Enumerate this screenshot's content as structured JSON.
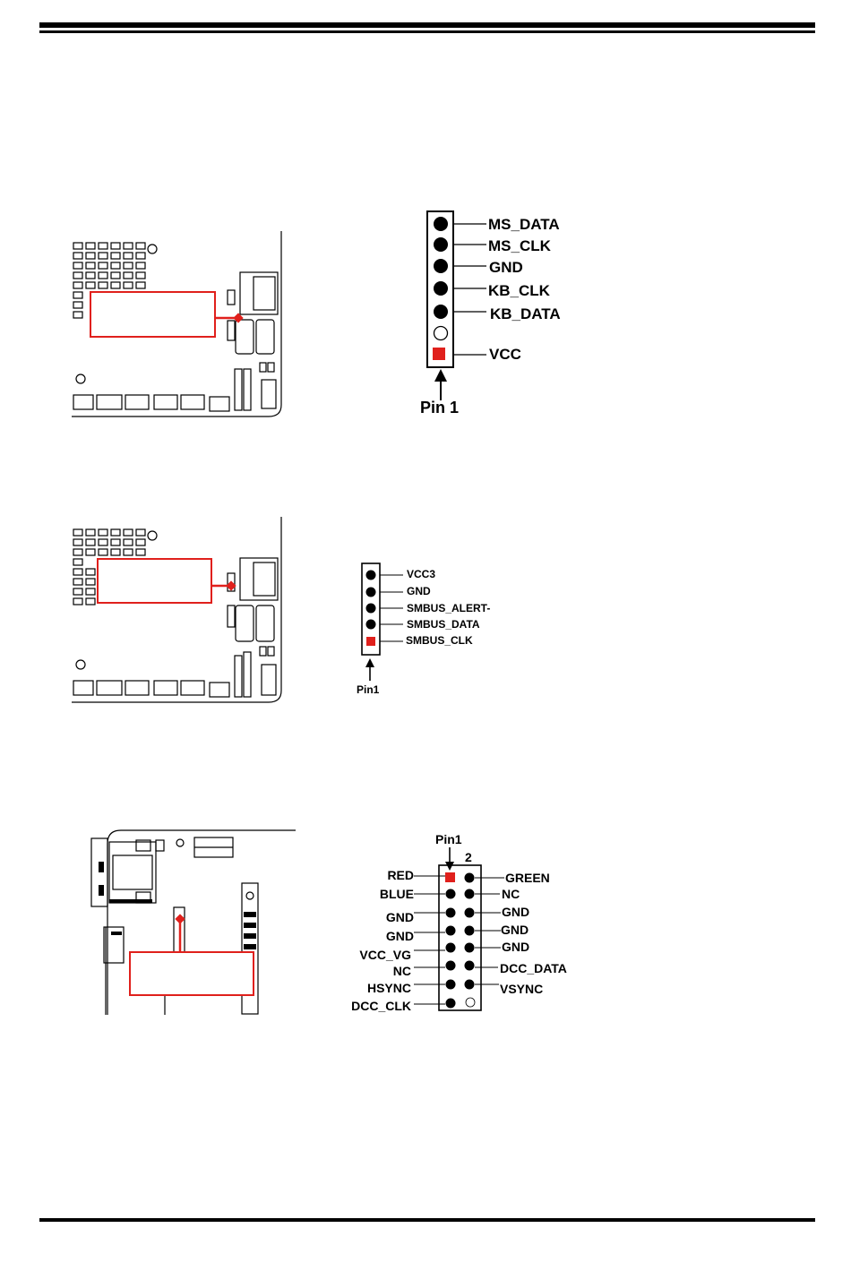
{
  "connectors": [
    {
      "pin1_label": "Pin 1",
      "pins": [
        "MS_DATA",
        "MS_CLK",
        "GND",
        "KB_CLK",
        "KB_DATA",
        "VCC"
      ]
    },
    {
      "pin1_label": "Pin1",
      "pins": [
        "VCC3",
        "GND",
        "SMBUS_ALERT-",
        "SMBUS_DATA",
        "SMBUS_CLK"
      ]
    },
    {
      "pin1_label": "Pin1",
      "pin2_label": "2",
      "left_pins": [
        "RED",
        "BLUE",
        "GND",
        "GND",
        "VCC_VG",
        "NC",
        "HSYNC",
        "DCC_CLK"
      ],
      "right_pins": [
        "GREEN",
        "NC",
        "GND",
        "GND",
        "GND",
        "DCC_DATA",
        "VSYNC"
      ]
    }
  ],
  "colors": {
    "highlight": "#e0201c",
    "line": "#000000"
  }
}
